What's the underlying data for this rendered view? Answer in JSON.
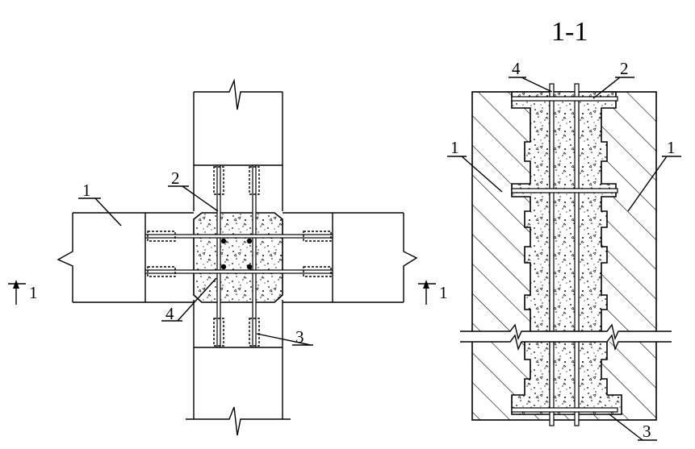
{
  "section_title": "1-1",
  "section_mark_left": "1",
  "section_mark_right": "1",
  "plan_labels": {
    "slab_left": "1",
    "joint_top": "2",
    "bar_bottom": "3",
    "bar_cross": "4"
  },
  "section_labels": {
    "bar_top": "4",
    "cap_top": "2",
    "slab_left": "1",
    "slab_right": "1",
    "cap_bottom": "3"
  }
}
